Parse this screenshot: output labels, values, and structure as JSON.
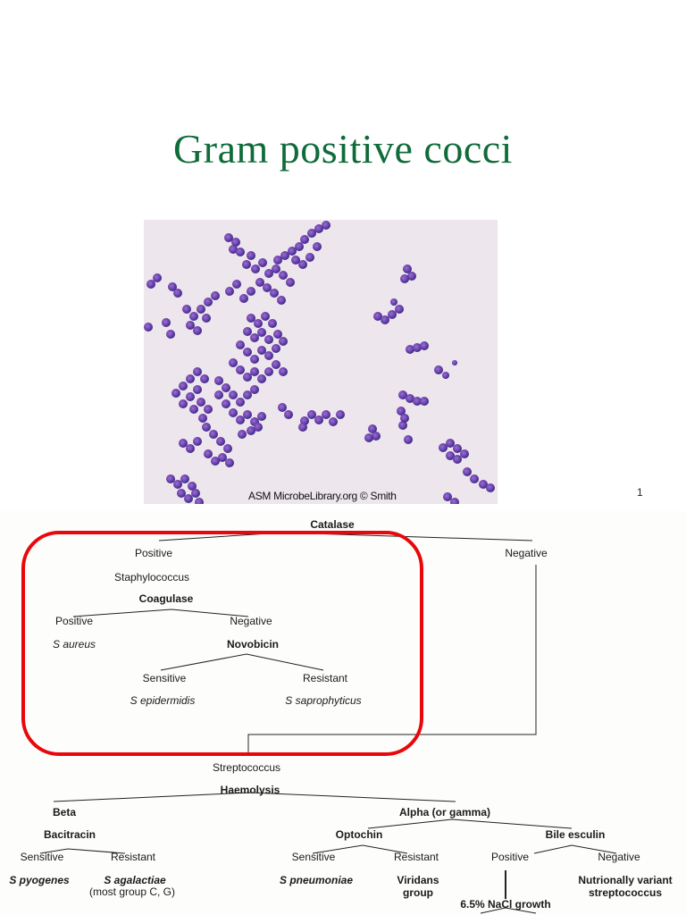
{
  "slide": {
    "title": "Gram positive cocci",
    "image": {
      "description": "Gram stain micrograph of purple cocci in clusters",
      "credit": "ASM MicrobeLibrary.org © Smith"
    },
    "page_number": "1"
  },
  "colors": {
    "title": "#0f6b3a",
    "highlight_box": "#e8080c",
    "diagram_line": "#222222",
    "cocci": "#5a3a9a"
  },
  "flowchart": {
    "catalase": "Catalase",
    "catalase_positive": "Positive",
    "catalase_negative": "Negative",
    "staphylococcus": "Staphylococcus",
    "coagulase": "Coagulase",
    "coag_positive": "Positive",
    "coag_negative": "Negative",
    "s_aureus": "S aureus",
    "novobicin": "Novobicin",
    "novo_sensitive": "Sensitive",
    "novo_resistant": "Resistant",
    "s_epidermidis": "S epidermidis",
    "s_saprophyticus": "S saprophyticus",
    "streptococcus": "Streptococcus",
    "haemolysis": "Haemolysis",
    "beta": "Beta",
    "alpha": "Alpha (or gamma)",
    "bacitracin": "Bacitracin",
    "bac_sensitive": "Sensitive",
    "bac_resistant": "Resistant",
    "s_pyogenes": "S pyogenes",
    "s_agalactiae": "S agalactiae",
    "most_group": "(most group C, G)",
    "optochin": "Optochin",
    "opt_sensitive": "Sensitive",
    "opt_resistant": "Resistant",
    "s_pneumoniae": "S pneumoniae",
    "viridans_1": "Viridans",
    "viridans_2": "group",
    "bile_esculin": "Bile esculin",
    "bile_positive": "Positive",
    "bile_negative": "Negative",
    "nutritionally_1": "Nutrionally variant",
    "nutritionally_2": "streptococcus",
    "nacl": "6.5% NaCl growth"
  }
}
